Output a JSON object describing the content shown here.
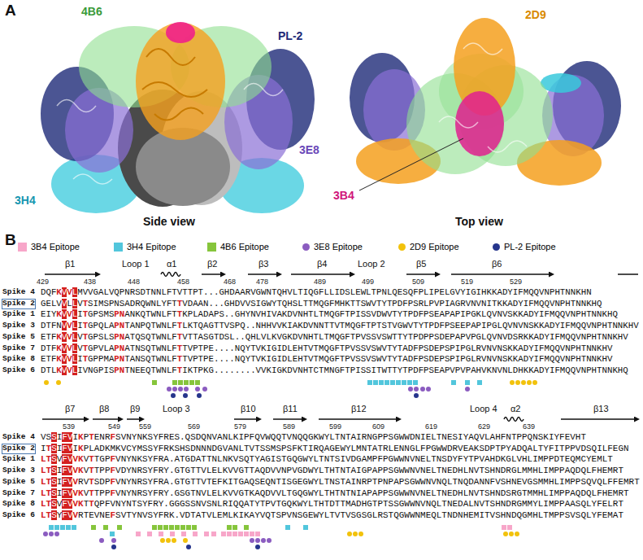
{
  "diagram": {
    "labels": [
      "A",
      "4B6",
      "PL-2",
      "3E8",
      "3H4",
      "Side view",
      "2D9",
      "3B4",
      "Top view",
      "B",
      "β1",
      "Loop 1",
      "α1",
      "β2",
      "β3",
      "β4",
      "Loop 2",
      "β5",
      "β6",
      "429",
      "438",
      "448",
      "458",
      "468",
      "478",
      "489",
      "499",
      "509",
      "519",
      "529",
      "Spike 4",
      "DQFKVVLMVVGALVQPNRSDTNNLFTVTTPT...GHDAARVGWNTQHVLTIQGFLLIDSLEWLTPNLQESQFPLIPELGVYIGIHKKADYIFMQQVNPHTNNKHN",
      "Spike 2",
      "GELVVLLVTSIMSPNSADRQWNLYFTTVDAAN...GHDVVSIGWYTQHSLTTMQGFMHKTTSWVTYTPDFPSRLPVPIAGRVNVNITKKADYIFMQQVNPHTNNKHQ",
      "Spike 1",
      "EIYKVVLITGPSMSPNANKQTWNLFTTKPLADAPS..GHYNVHIVAKDVNHTLTMQGFTPISSVDWVTYTPDFPSEAPAPIPGKLQVNVSKKADYIFMQQVNPHTNNKHQ",
      "Spike 3",
      "DTFNVVLITGPQLAPNTANPQTWNLFTLKTQAGTTVSPQ..NHHVVKIAKDVNNTTVTMQGFTPTSTVGWVTYTPDFPSEEPAPIPGLQVNVNSKKADYIFMQQVNPHTNNKHV",
      "Spike 5",
      "ETFKVVLVTGPSLSPNATQSQTWNLFTVTTASGTDSL..QHLVLKVGKDVNHTLTMQGFTPVSSVSWTTYTPDPPSDEPAPVPGLQVNVDSRKKADYIFMQQVNPHTNNKHV",
      "Spike 7",
      "DTFKVVLVTGPVLAPNATNSQTWNLFTTVPTPE....NQYTVKIGIDLEHTVTMQGFTPVSSVSWVTYTADFPSDEPSPIPGLRVNVNSKKADYIFMQQVNPHTNNKHV",
      "Spike 8",
      "ETFKVVLITGPPMAPNTANSQTWNLFTTVPTPE....NQYTVKIGIDLEHTVTMQGFTPVSSVSWVTYTADFPSDEPSPIPGLRVNVNSKKADYIFMQQVNPHTNNKHV",
      "Spike 6",
      "DTLKVVLIVNGPISPNTNEEQTWNLFTIKTPKG........VVKIGKDVNHTCTMNGFTPISSITWTTYTPDFPSEAPVPVPAHVKNVNLDHKKADYIFMQQVNPHTNNKHQ",
      "β7",
      "β8",
      "β9",
      "Loop 3",
      "β10",
      "β11",
      "β12",
      "Loop 4",
      "α2",
      "β13",
      "539",
      "549",
      "559",
      "569",
      "579",
      "589",
      "599",
      "609",
      "619",
      "629",
      "639",
      "Spike 4",
      "VSSIFVIKPTENRFSVNYNKSYFRES.QSDQNVANLKIPFQVWQQTVNQQGKWYLTNTAIRNGPPSGWWDNIELTNESIYAQVLAHFNTPPQNSKIYFEVHT",
      "Spike 2",
      "ITSIFVIKPLADKMKVCYMSSYFRKSHSDNNNDGVANLTVTSSMSPSFKTIRQAGEWYLMNTATRLENNGLFPGWWDRVEAKSDPTPYADQALTYFITPPVDSQILFEGN",
      "Spike 1",
      "LTSVFVVKVTTGPFVNYNKSYFRA.ATGDATTNLNKVSQTYAGISTGQGWYLTNTSIVDGAMPFPGWWNVNELTNSDYFYTPVAHDKGLVHLIMPPDTEQMCYEMLT",
      "Spike 3",
      "LTSIFVVKVTTPPFVDYNRSYFRY.GTGTTVLELKVVGTTAQDVVNPVGDWYLTHTNTAIGPAPPSGWWNVNELTNEDHLNVTSHNDRGLMMHLIMPPAQDQLFHEMRT",
      "Spike 5",
      "LTSIFVVRVTSDPFVNYNRSYFRA.GTGTTVTEFKITGAQSEQNTISGEGWYLTNSTAINRPTPNPAPSGWWNVNQLTNQDANNFVSHNEVGSMMHLIMPPSQVQLFFEMRT",
      "Spike 7",
      "LTSIFVVKVTTPPFVNYNRSYFRY.GSGTNVLELKVVGTKAQDVVLTGQGWYLTHTNTNIAPAPPSGWWNVNELTNEDHLNVTSHNDSRGTMMHLIMPPAQDQLFHEMRT",
      "Spike 8",
      "LTSVFVVKTTQPFVNYNTSYFRY.GGGSSNVSNLRIQQATYTPVTGQKWYLTHTDTTMADHGTPTSSGWWNVNQLTNEDALNVTSHNDRGMMYLIMPPAASQLYFELRT",
      "Spike 6",
      "LTSYFVVRTEVNEFSVTYNVSYFRK.VDTATVLEMLKIKAYVQTSPVNSGEWYLTVTVSGSGLRSTQGWWNMEQLTNDNHEMITVSHNDQGMHLTMPPSVSQLYFEMAT"
    ],
    "legend": [
      {
        "text": "3B4 Epitope",
        "color": "#f7a6c9"
      },
      {
        "text": "3H4 Epitope",
        "color": "#52c6dc"
      },
      {
        "text": "4B6 Epitope",
        "color": "#86c53c"
      },
      {
        "text": "3E8 Epitope",
        "color": "#8b5cc0"
      },
      {
        "text": "2D9 Epitope",
        "color": "#f2c20c"
      },
      {
        "text": "PL-2 Epitope",
        "color": "#26358c"
      }
    ]
  }
}
